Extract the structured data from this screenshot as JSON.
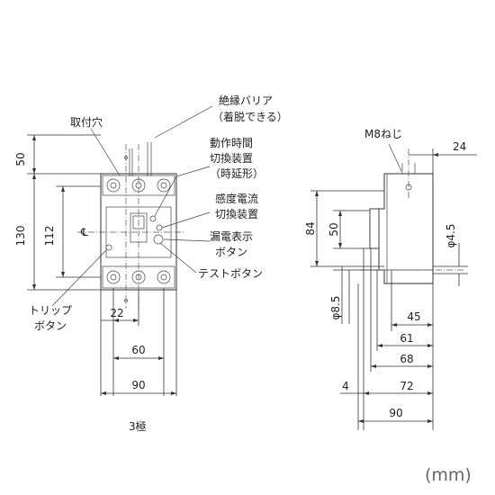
{
  "front": {
    "labels": {
      "mounting_hole": "取付穴",
      "insulation_barrier_1": "絶縁バリア",
      "insulation_barrier_2": "（着脱できる）",
      "operating_time_1": "動作時間",
      "operating_time_2": "切換装置",
      "operating_time_3": "（時延形）",
      "sensitivity_1": "感度電流",
      "sensitivity_2": "切換装置",
      "leakage_indicator_1": "漏電表示",
      "leakage_indicator_2": "ボタン",
      "test_button": "テストボタン",
      "trip_button_1": "トリップ",
      "trip_button_2": "ボタン",
      "centerline": "℄",
      "pole_label": "3極"
    },
    "dims": {
      "d50": "50",
      "d130": "130",
      "d112": "112",
      "d22": "22",
      "d60": "60",
      "d90": "90"
    }
  },
  "side": {
    "labels": {
      "screw": "M8ねじ"
    },
    "dims": {
      "d24": "24",
      "d84": "84",
      "d50": "50",
      "phi45": "φ4.5",
      "phi85": "φ8.5",
      "d45": "45",
      "d61": "61",
      "d68": "68",
      "d4": "4",
      "d72": "72",
      "d90": "90"
    }
  },
  "unit": "(mm)"
}
